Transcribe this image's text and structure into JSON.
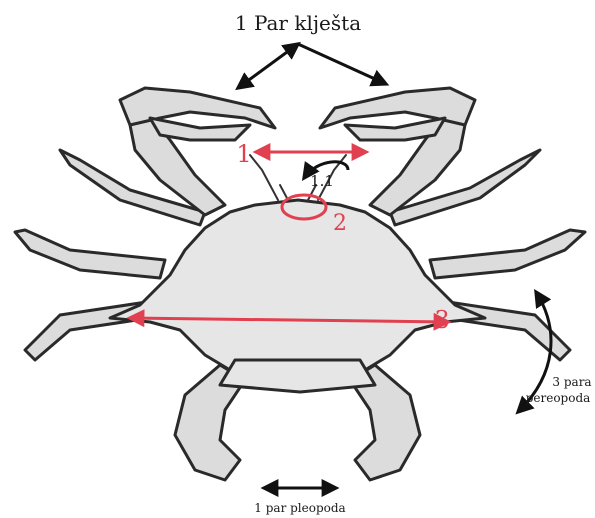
{
  "labels": {
    "claws_pair": "1 Par klješta",
    "marker_1": "1",
    "marker_1_1": "1.1",
    "marker_2": "2",
    "marker_3": "3",
    "pereopoda_line1": "3 para",
    "pereopoda_line2": "pereopoda",
    "pleopoda": "1 par pleopoda"
  },
  "colors": {
    "annotation_red": "#e0404f",
    "annotation_black": "#111111",
    "shell_fill": "#e6e6e6"
  }
}
